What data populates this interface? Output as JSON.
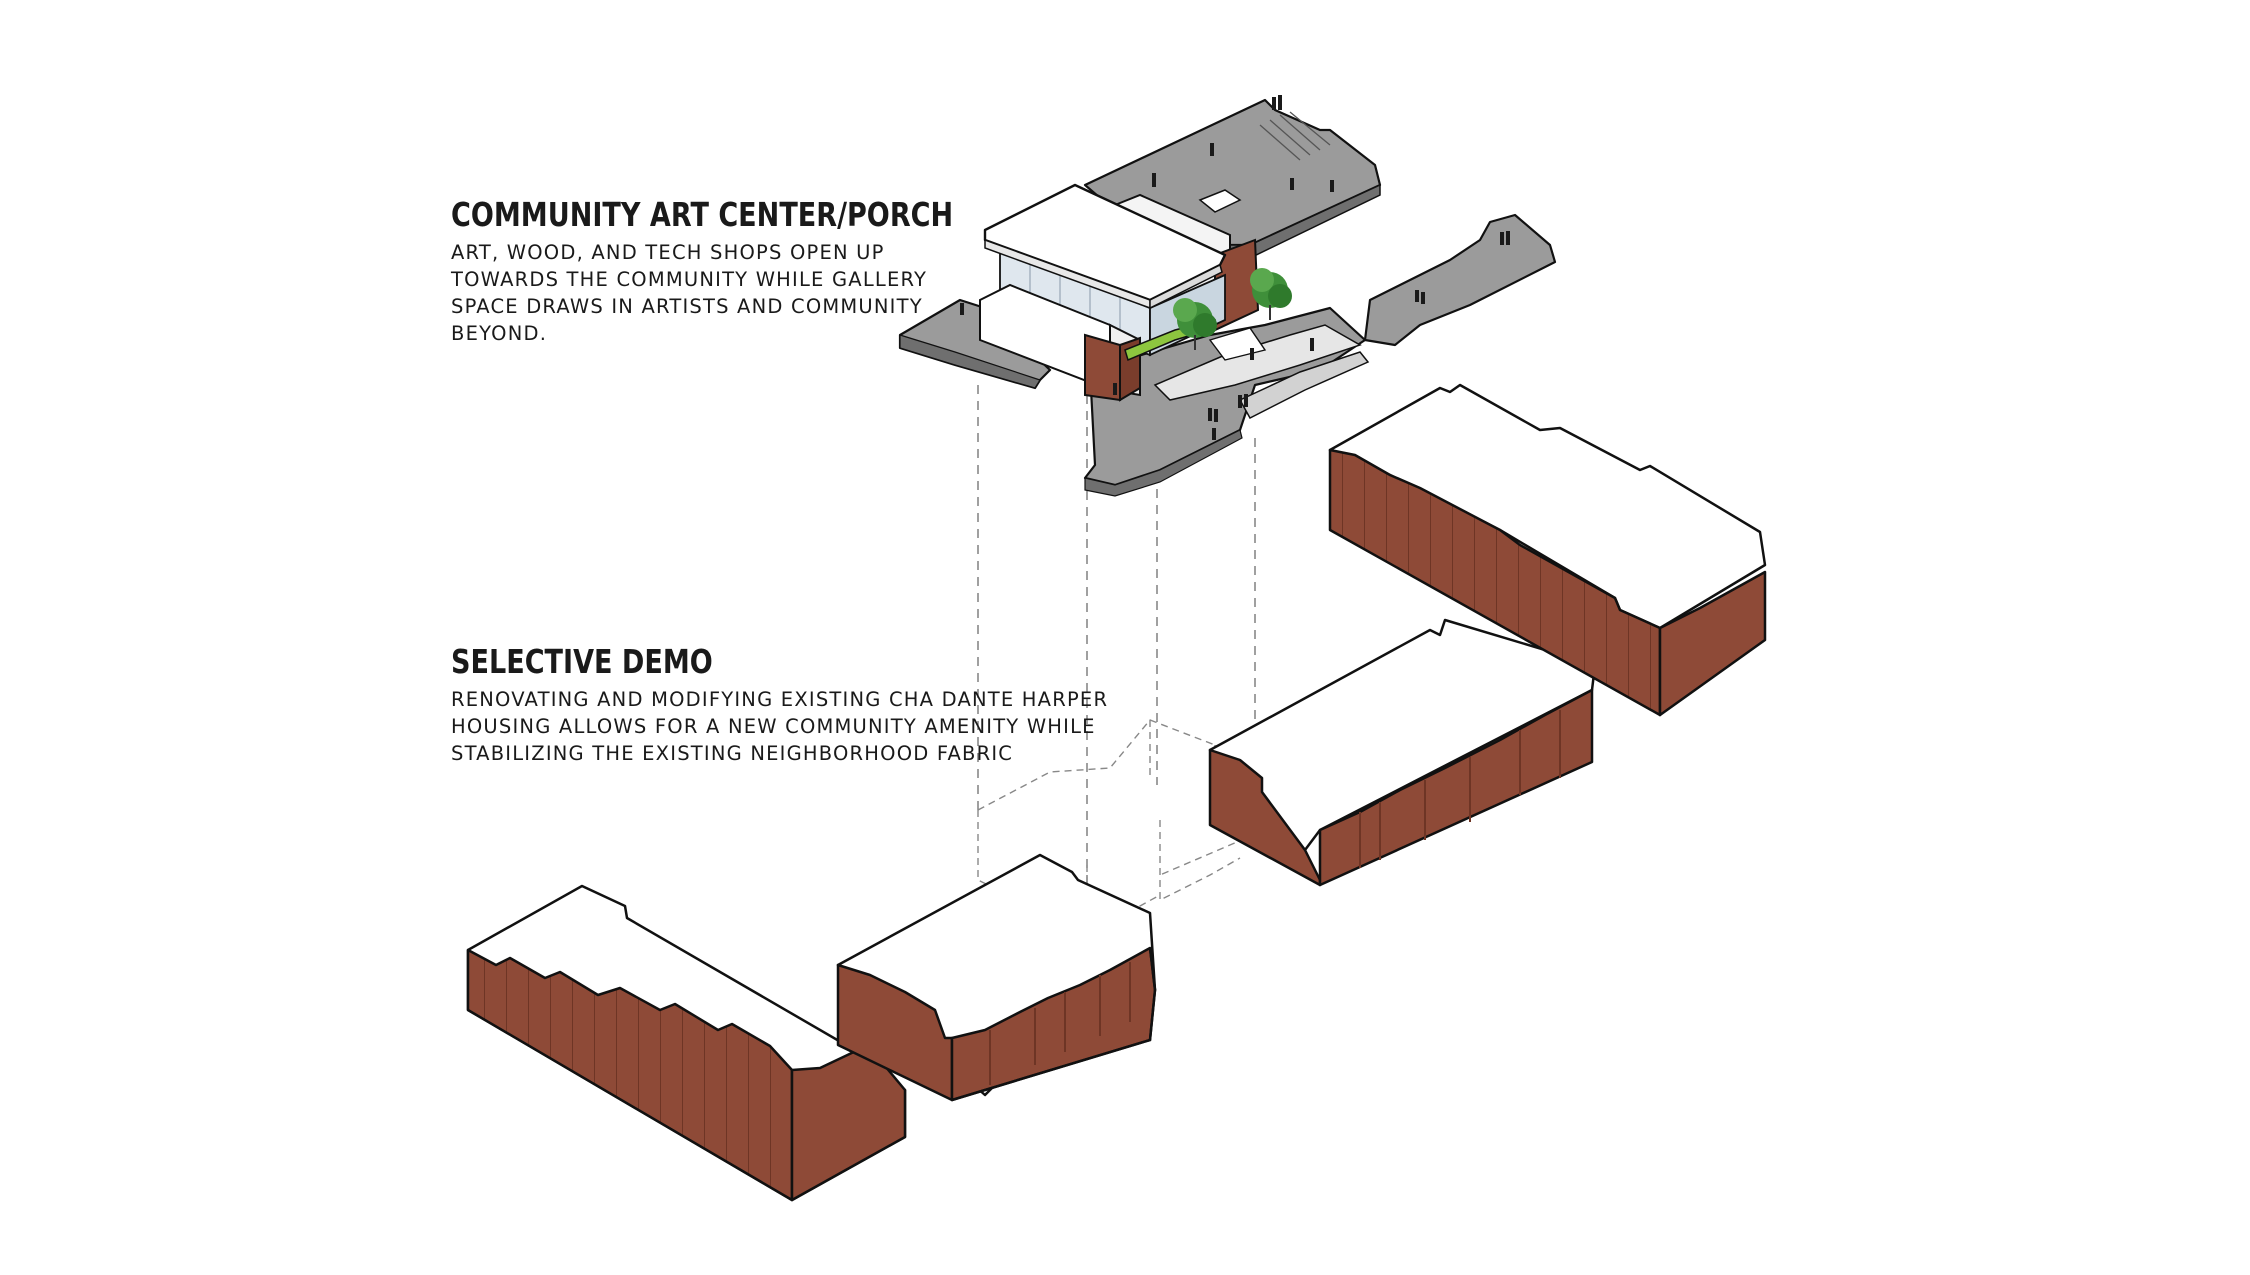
{
  "community_center": {
    "title": "COMMUNITY ART CENTER/PORCH",
    "lines": [
      "ART, WOOD, AND TECH SHOPS OPEN UP",
      "TOWARDS THE COMMUNITY WHILE GALLERY",
      "SPACE DRAWS IN ARTISTS AND COMMUNITY",
      "BEYOND."
    ]
  },
  "selective_demo": {
    "title": "SELECTIVE DEMO",
    "lines": [
      "RENOVATING AND MODIFYING EXISTING CHA DANTE HARPER",
      "HOUSING ALLOWS FOR A NEW COMMUNITY AMENITY WHILE",
      "STABILIZING THE EXISTING NEIGHBORHOOD FABRIC"
    ]
  },
  "colors": {
    "brick": "#8e4a37",
    "brick_dark": "#7a3d2c",
    "roof": "#ffffff",
    "outline": "#111111",
    "plaza": "#9b9b9b",
    "plaza_light": "#c4c4c4",
    "glass": "#dfe7ee",
    "green": "#8dc63f",
    "tree": "#3f8f3a"
  }
}
